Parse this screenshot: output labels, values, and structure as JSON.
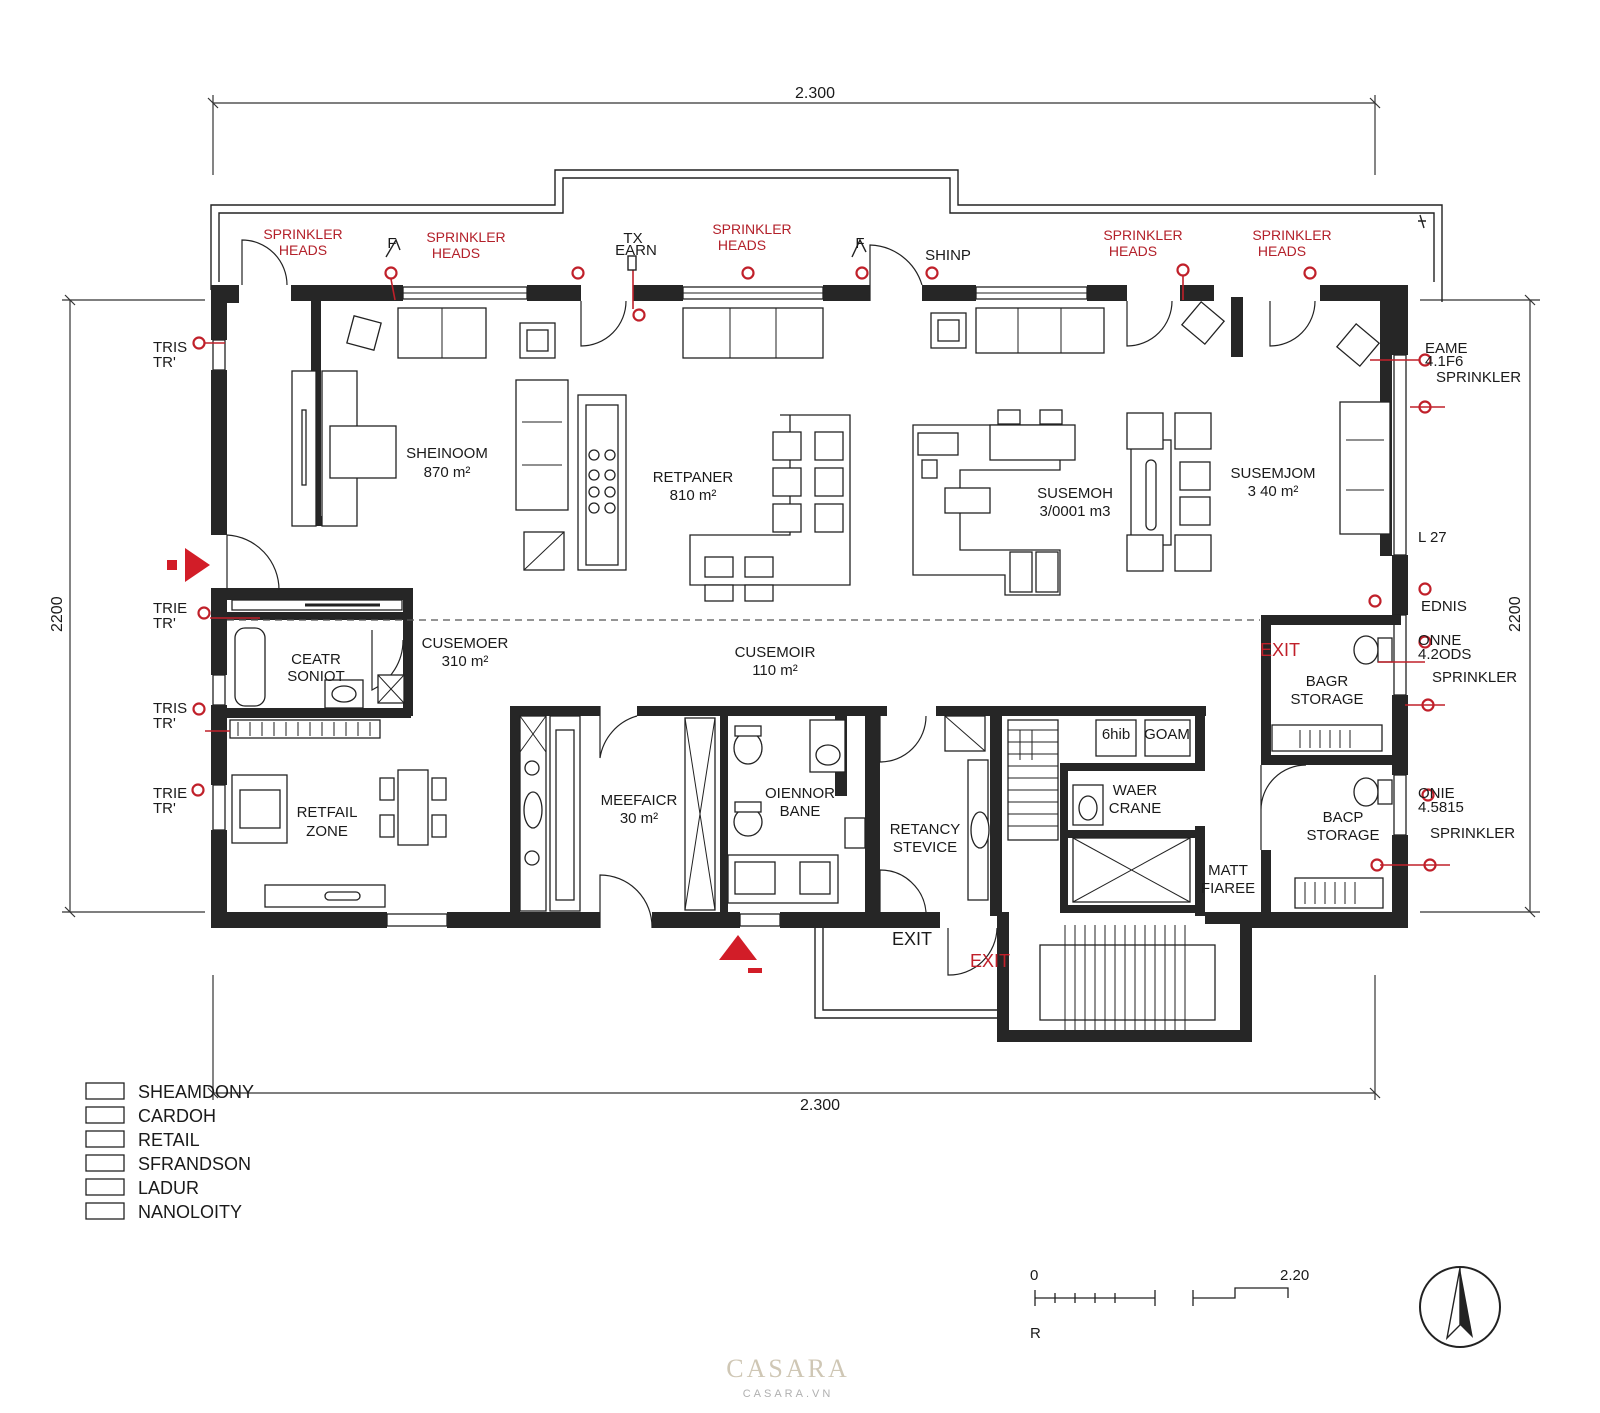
{
  "dimensions": {
    "top": "2.300",
    "bottom": "2.300",
    "left": "2200",
    "right": "2200"
  },
  "rooms": {
    "showroom": {
      "name": "SHEINOOM",
      "area": "870 m²"
    },
    "retpaner": {
      "name": "RETPANER",
      "area": "810 m²"
    },
    "susemoh": {
      "name": "SUSEMOH",
      "area": "3/0001 m3"
    },
    "susemjom": {
      "name": "SUSEMJOM",
      "area": "3 40 m²"
    },
    "ceatr": {
      "name1": "CEATR",
      "name2": "SONIOT"
    },
    "cusemoer": {
      "name": "CUSEMOER",
      "area": "310 m²"
    },
    "cusemoir": {
      "name": "CUSEMOIR",
      "area": "110 m²"
    },
    "retail_zone": {
      "name1": "RETFAIL",
      "name2": "ZONE"
    },
    "meefaicr": {
      "name": "MEEFAICR",
      "area": "30 m²"
    },
    "oiennor": {
      "name1": "OIENNOR",
      "name2": "BANE"
    },
    "retancy": {
      "name1": "RETANCY",
      "name2": "STEVICE"
    },
    "waer": {
      "name1": "WAER",
      "name2": "CRANE"
    },
    "matt": {
      "name1": "MATT",
      "name2": "FIAREE"
    },
    "bagr_storage": {
      "name1": "BAGR",
      "name2": "STORAGE"
    },
    "bacp_storage": {
      "name1": "BACP",
      "name2": "STORAGE"
    },
    "shinp": "SHINP",
    "elevator_label": "6hib",
    "elevator_label2": "GOAM"
  },
  "annotations": {
    "sprinkler1": [
      "SPRINKLER",
      "HEADS"
    ],
    "sprinkler2": [
      "SPRINKLER",
      "HEADS"
    ],
    "sprinkler3": [
      "SPRINKLER",
      "HEADS"
    ],
    "sprinkler4": [
      "SPRINKLER",
      "HEADS"
    ],
    "sprinkler5": [
      "SPRINKLER",
      "HEADS"
    ],
    "fe1": "F",
    "fe2": "F",
    "tx": [
      "TX",
      "EARN"
    ],
    "tris_labels": [
      [
        "TRIS",
        "TR'"
      ],
      [
        "TRIE",
        "TR'"
      ],
      [
        "TRIS",
        "TR'"
      ],
      [
        "TRIE",
        "TR'"
      ]
    ],
    "right_1": [
      "EAME",
      "4.1F6",
      "SPRINKLER"
    ],
    "right_2": "EDNIS",
    "right_3": [
      "ONNE",
      "4.2ODS",
      "SPRINKLER"
    ],
    "right_4": [
      "ONIE",
      "4.5815",
      "SPRINKLER"
    ],
    "right_dim": "L 27",
    "exit1": "EXIT",
    "exit2": "EXIT",
    "exit3": "EXIT"
  },
  "legend": [
    "SHEAMDONY",
    "CARDOH",
    "RETAIL",
    "SFRANDSON",
    "LADUR",
    "NANOLOITY"
  ],
  "scale": {
    "start": "0",
    "end": "2.20",
    "unit": "R"
  },
  "watermark": {
    "brand": "CASARA",
    "site": "CASARA.VN"
  },
  "colors": {
    "wall": "#262626",
    "annotation_red": "#c0202a"
  }
}
